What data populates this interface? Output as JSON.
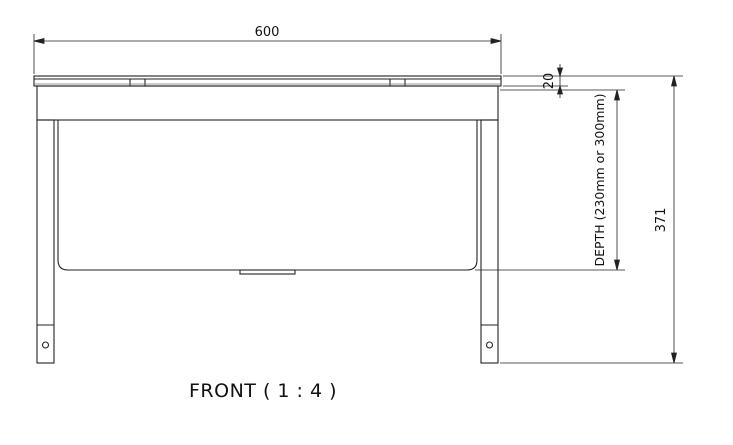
{
  "title": "FRONT ( 1 : 4 )",
  "dimensions": {
    "width": "600",
    "top_thickness": "20",
    "depth": "DEPTH (230mm or 300mm)",
    "overall_height": "371"
  }
}
